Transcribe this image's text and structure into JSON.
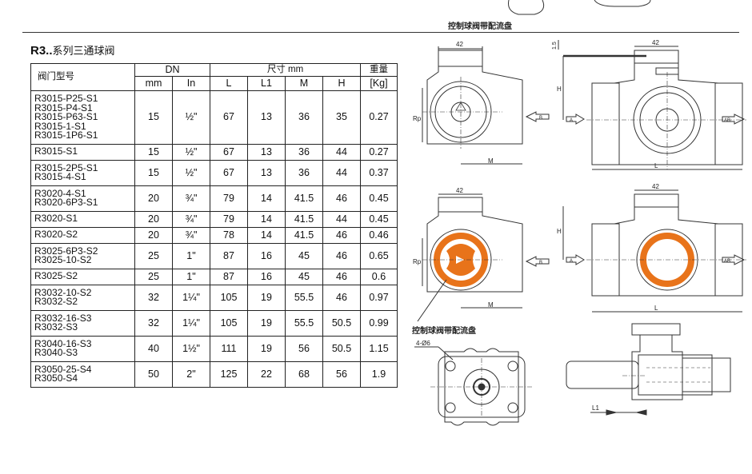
{
  "document": {
    "top_caption": "控制球阀带配流盘",
    "section_title_bold": "R3..",
    "section_title_rest": "系列三通球阀",
    "drawing_caption": "控制球阀带配流盘"
  },
  "table": {
    "model_header": "阀门型号",
    "dn_header": "DN",
    "dims_header": "尺寸 mm",
    "weight_header": "重量",
    "sub_headers": [
      "mm",
      "In",
      "L",
      "L1",
      "M",
      "H",
      "[Kg]"
    ],
    "rows": [
      {
        "models": [
          "R3015-P25-S1",
          "R3015-P4-S1",
          "R3015-P63-S1",
          "R3015-1-S1",
          "R3015-1P6-S1"
        ],
        "mm": "15",
        "in": "½\"",
        "L": "67",
        "L1": "13",
        "M": "36",
        "H": "35",
        "kg": "0.27"
      },
      {
        "models": [
          "R3015-S1"
        ],
        "mm": "15",
        "in": "½\"",
        "L": "67",
        "L1": "13",
        "M": "36",
        "H": "44",
        "kg": "0.27"
      },
      {
        "models": [
          "R3015-2P5-S1",
          "R3015-4-S1"
        ],
        "mm": "15",
        "in": "½\"",
        "L": "67",
        "L1": "13",
        "M": "36",
        "H": "44",
        "kg": "0.37"
      },
      {
        "models": [
          "R3020-4-S1",
          "R3020-6P3-S1"
        ],
        "mm": "20",
        "in": "¾\"",
        "L": "79",
        "L1": "14",
        "M": "41.5",
        "H": "46",
        "kg": "0.45"
      },
      {
        "models": [
          "R3020-S1"
        ],
        "mm": "20",
        "in": "¾\"",
        "L": "79",
        "L1": "14",
        "M": "41.5",
        "H": "44",
        "kg": "0.45"
      },
      {
        "models": [
          "R3020-S2"
        ],
        "mm": "20",
        "in": "¾\"",
        "L": "78",
        "L1": "14",
        "M": "41.5",
        "H": "46",
        "kg": "0.46"
      },
      {
        "models": [
          "R3025-6P3-S2",
          "R3025-10-S2"
        ],
        "mm": "25",
        "in": "1\"",
        "L": "87",
        "L1": "16",
        "M": "45",
        "H": "46",
        "kg": "0.65"
      },
      {
        "models": [
          "R3025-S2"
        ],
        "mm": "25",
        "in": "1\"",
        "L": "87",
        "L1": "16",
        "M": "45",
        "H": "46",
        "kg": "0.6"
      },
      {
        "models": [
          "R3032-10-S2",
          "R3032-S2"
        ],
        "mm": "32",
        "in": "1¼\"",
        "L": "105",
        "L1": "19",
        "M": "55.5",
        "H": "46",
        "kg": "0.97"
      },
      {
        "models": [
          "R3032-16-S3",
          "R3032-S3"
        ],
        "mm": "32",
        "in": "1¼\"",
        "L": "105",
        "L1": "19",
        "M": "55.5",
        "H": "50.5",
        "kg": "0.99"
      },
      {
        "models": [
          "R3040-16-S3",
          "R3040-S3"
        ],
        "mm": "40",
        "in": "1½\"",
        "L": "111",
        "L1": "19",
        "M": "56",
        "H": "50.5",
        "kg": "1.15"
      },
      {
        "models": [
          "R3050-25-S4",
          "R3050-S4"
        ],
        "mm": "50",
        "in": "2\"",
        "L": "125",
        "L1": "22",
        "M": "68",
        "H": "56",
        "kg": "1.9"
      }
    ]
  },
  "drawing": {
    "dim_42": "42",
    "dim_15": "1.5",
    "dim_H": "H",
    "dim_Rp": "Rp",
    "dim_M": "M",
    "dim_L": "L",
    "dim_L1": "L1",
    "port_A": "A",
    "port_B": "B",
    "port_AB": "AB",
    "holes": "4-Ø6"
  },
  "colors": {
    "ball_orange": "#e8731a",
    "line": "#333333",
    "watermark": "#d9d9d9"
  }
}
